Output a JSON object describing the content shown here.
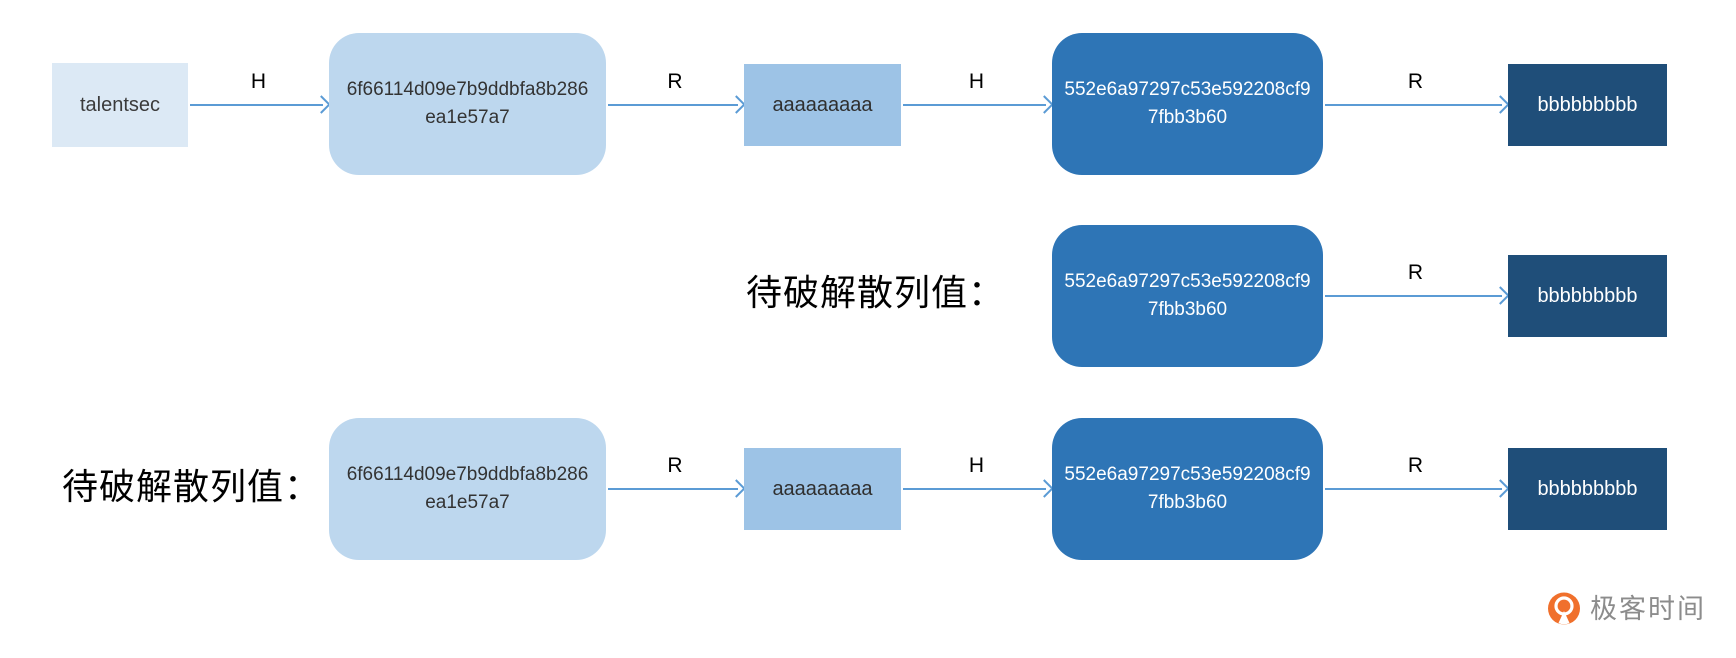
{
  "colors": {
    "box-plain": "#dce9f5",
    "box-hash-light": "#bdd7ee",
    "box-reduce": "#9dc3e6",
    "box-hash-dark": "#2e75b6",
    "box-result": "#1f4e79",
    "arrow": "#5b9bd5",
    "label": "#000000",
    "logo-orange": "#f0702c",
    "logo-gray": "#8c8c8c"
  },
  "ops": {
    "hash": "H",
    "reduce": "R"
  },
  "prompt": {
    "crack_label": "待破解散列值："
  },
  "nodes": {
    "plaintext": "talentsec",
    "hash1_line1": "6f66114d09e7b9ddbfa8b286",
    "hash1_line2": "ea1e57a7",
    "reduce1": "aaaaaaaaa",
    "hash2_line1": "552e6a97297c53e592208cf9",
    "hash2_line2": "7fbb3b60",
    "reduce2": "bbbbbbbbb"
  },
  "logo": {
    "text": "极客时间"
  }
}
